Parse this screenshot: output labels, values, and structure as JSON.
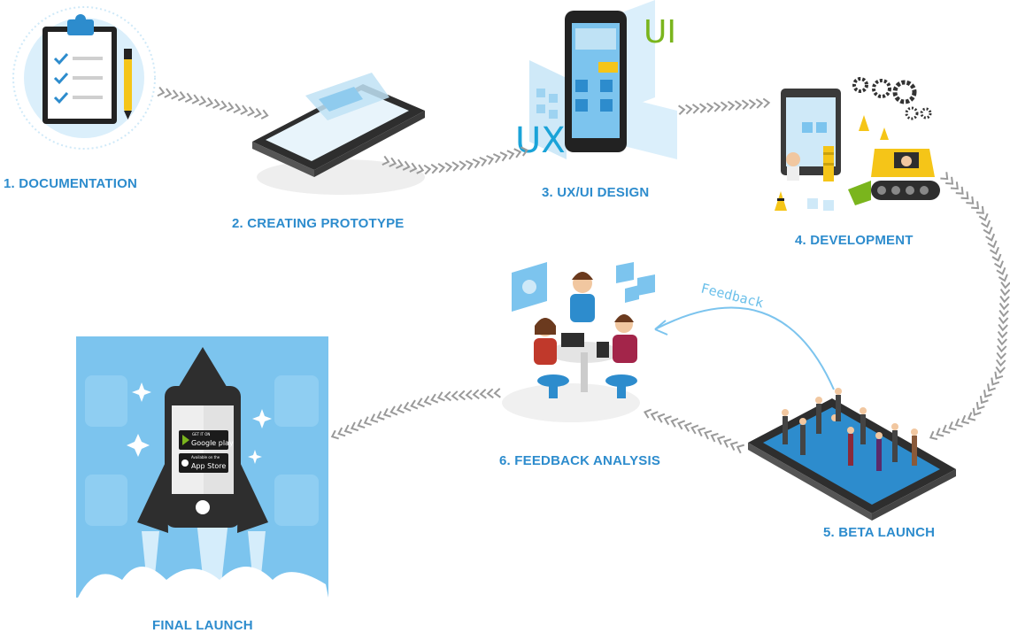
{
  "steps": [
    {
      "label": "1. DOCUMENTATION",
      "icon": "clipboard-checklist-icon"
    },
    {
      "label": "2. CREATING PROTOTYPE",
      "icon": "prototype-phone-icon"
    },
    {
      "label": "3. UX/UI DESIGN",
      "icon": "ux-ui-screens-icon"
    },
    {
      "label": "4. DEVELOPMENT",
      "icon": "construction-tablet-icon"
    },
    {
      "label": "5. BETA LAUNCH",
      "icon": "crowd-on-phone-icon"
    },
    {
      "label": "6. FEEDBACK ANALYSIS",
      "icon": "team-discussion-icon"
    },
    {
      "label": "FINAL LAUNCH",
      "icon": "rocket-phone-icon"
    }
  ],
  "feedback_arrow_label": "Feedback",
  "store_badges": {
    "google_small": "GET IT ON",
    "google": "Google play",
    "apple_small": "Available on the",
    "apple": "App Store"
  },
  "ux_ui_tags": {
    "ux": "UX",
    "ui": "UI"
  },
  "colors": {
    "label_blue": "#2d8ccd",
    "arrow_gray": "#9a9a9a",
    "sky_blue": "#7cc4ee",
    "light_blue": "#cfe9f8",
    "yellow": "#f5c518",
    "ux_cyan": "#1aa3d8",
    "ui_green": "#7ab51d"
  }
}
